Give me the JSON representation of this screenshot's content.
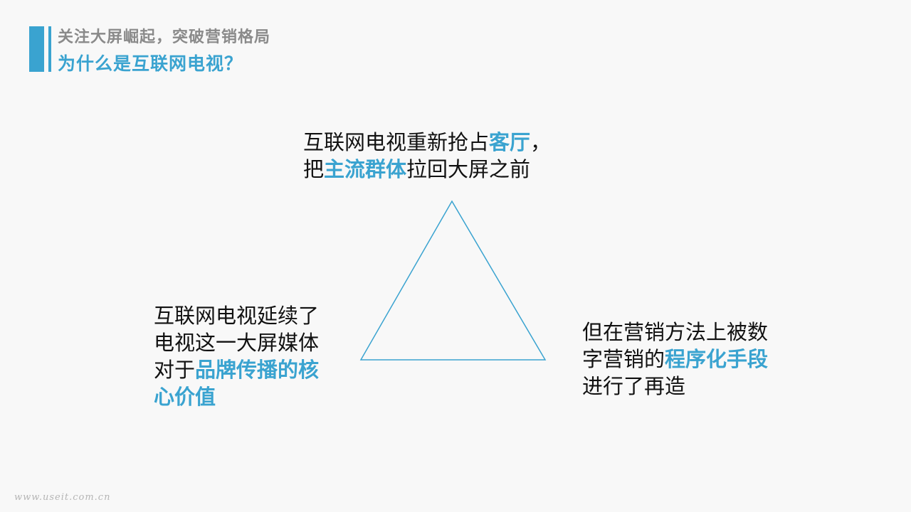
{
  "header": {
    "subtitle": "关注大屏崛起，突破营销格局",
    "title": "为什么是互联网电视？"
  },
  "colors": {
    "accent": "#3aa3d0",
    "text": "#111111",
    "subtitle": "#8a8a8a",
    "background": "#f8f8f8"
  },
  "nodes": {
    "top": {
      "line1": [
        "互联网电视重新抢占",
        "客厅",
        "，"
      ],
      "line2": [
        "把",
        "主流群体",
        "拉回大屏之前"
      ]
    },
    "left": {
      "line1": "互联网电视延续了",
      "line2": "电视这一大屏媒体",
      "line3": [
        "对于",
        "品牌传播的核"
      ],
      "line4": "心价值"
    },
    "right": {
      "line1": "但在营销方法上被数",
      "line2": [
        "字营销的",
        "程序化手段"
      ],
      "line3": "进行了再造"
    }
  },
  "watermark": "www.useit.com.cn"
}
